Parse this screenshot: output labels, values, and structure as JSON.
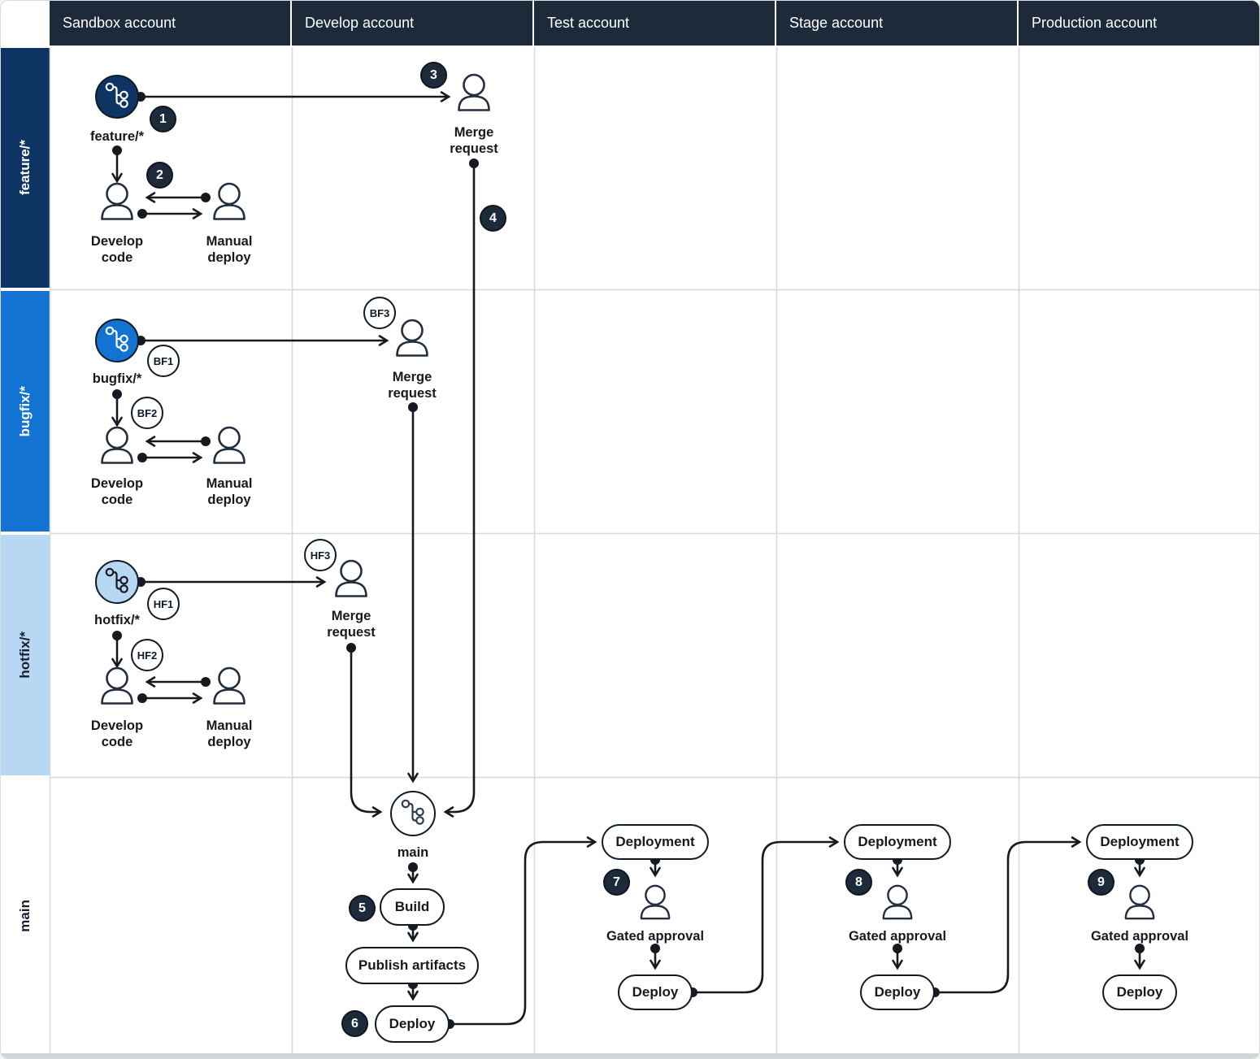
{
  "accounts": [
    "Sandbox account",
    "Develop account",
    "Test account",
    "Stage account",
    "Production account"
  ],
  "lane_labels": {
    "feature": "feature/*",
    "bugfix": "bugfix/*",
    "hotfix": "hotfix/*",
    "main": "main"
  },
  "lanes": {
    "feature": {
      "branch_label": "feature/*",
      "badges": [
        "1",
        "2",
        "3",
        "4"
      ],
      "develop_code": "Develop code",
      "manual_deploy": "Manual deploy",
      "merge_request": "Merge request"
    },
    "bugfix": {
      "branch_label": "bugfix/*",
      "badges": [
        "BF1",
        "BF2",
        "BF3"
      ],
      "develop_code": "Develop code",
      "manual_deploy": "Manual deploy",
      "merge_request": "Merge request"
    },
    "hotfix": {
      "branch_label": "hotfix/*",
      "badges": [
        "HF1",
        "HF2",
        "HF3"
      ],
      "develop_code": "Develop code",
      "manual_deploy": "Manual deploy",
      "merge_request": "Merge request"
    }
  },
  "main_flow": {
    "branch_label": "main",
    "build_badge": "5",
    "build_label": "Build",
    "publish_label": "Publish artifacts",
    "deploy_badge": "6",
    "deploy_label": "Deploy",
    "stages": [
      {
        "deployment_label": "Deployment",
        "badge": "7",
        "gated_label": "Gated approval",
        "deploy_label": "Deploy"
      },
      {
        "deployment_label": "Deployment",
        "badge": "8",
        "gated_label": "Gated approval",
        "deploy_label": "Deploy"
      },
      {
        "deployment_label": "Deployment",
        "badge": "9",
        "gated_label": "Gated approval",
        "deploy_label": "Deploy"
      }
    ]
  },
  "colors": {
    "header_bg": "#1c2a3a",
    "feature_navy": "#0d3462",
    "bugfix_blue": "#1273d3",
    "hotfix_light_blue": "#b7d7f2",
    "badge_dark": "#1c2a3a",
    "line": "#16191f",
    "grid": "#d7d9dc"
  }
}
